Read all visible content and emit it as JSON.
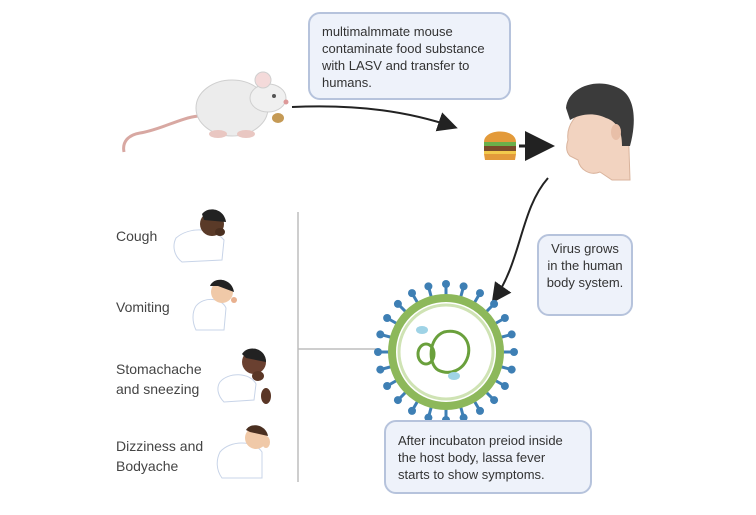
{
  "caption_top": "multimalmmate mouse contaminate food substance with LASV and transfer to humans.",
  "caption_virus": "Virus grows in the human body system.",
  "caption_incubation": "After incubaton preiod inside the host body,  lassa fever starts to show symptoms.",
  "symptoms": [
    "Cough",
    "Vomiting",
    "Stomachache and sneezing",
    "Dizziness and Bodyache"
  ],
  "colors": {
    "box_fill": "#eef2fa",
    "box_border": "#b6c3dc",
    "virus_ring": "#7aa84a",
    "virus_spikes": "#3e7fb4",
    "arrow": "#222222"
  },
  "icons": [
    "mouse-icon",
    "burger-icon",
    "human-head-icon",
    "virus-icon",
    "coughing-person-icon",
    "vomiting-person-icon",
    "sneezing-person-icon",
    "dizzy-person-icon"
  ]
}
